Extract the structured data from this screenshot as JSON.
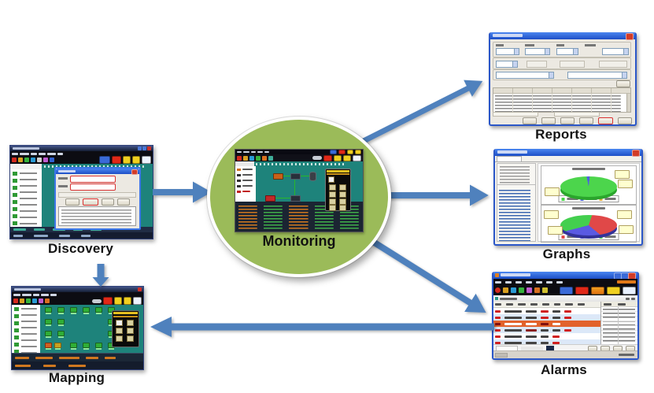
{
  "diagram": {
    "arrow_color": "#4f81bd",
    "circle_fill": "#9bbb59",
    "nodes": {
      "discovery": {
        "label": "Discovery"
      },
      "monitoring": {
        "label": "Monitoring"
      },
      "mapping": {
        "label": "Mapping"
      },
      "reports": {
        "label": "Reports"
      },
      "graphs": {
        "label": "Graphs"
      },
      "alarms": {
        "label": "Alarms"
      }
    },
    "connections": [
      {
        "from": "discovery",
        "to": "monitoring"
      },
      {
        "from": "monitoring",
        "to": "reports"
      },
      {
        "from": "monitoring",
        "to": "graphs"
      },
      {
        "from": "monitoring",
        "to": "alarms"
      },
      {
        "from": "alarms",
        "to": "mapping"
      },
      {
        "from": "discovery",
        "to": "mapping"
      }
    ]
  },
  "graphs_window": {
    "top_pie": {
      "from": -12,
      "slices": [
        {
          "color": "#4f62e0",
          "pct": 5
        },
        {
          "color": "#4cd54c",
          "pct": 95
        }
      ]
    },
    "bottom_pie": {
      "from": 18,
      "slices": [
        {
          "color": "#e04848",
          "pct": 31
        },
        {
          "color": "#5a5ae2",
          "pct": 35
        },
        {
          "color": "#43cf4e",
          "pct": 34
        }
      ]
    }
  },
  "colors": {
    "map_canvas_teal": "#1e837b",
    "app_dark_navy": "#1b2432",
    "xp_titlebar_blue": "#2b57c8",
    "alarm_selected_row": "#e2622c"
  }
}
